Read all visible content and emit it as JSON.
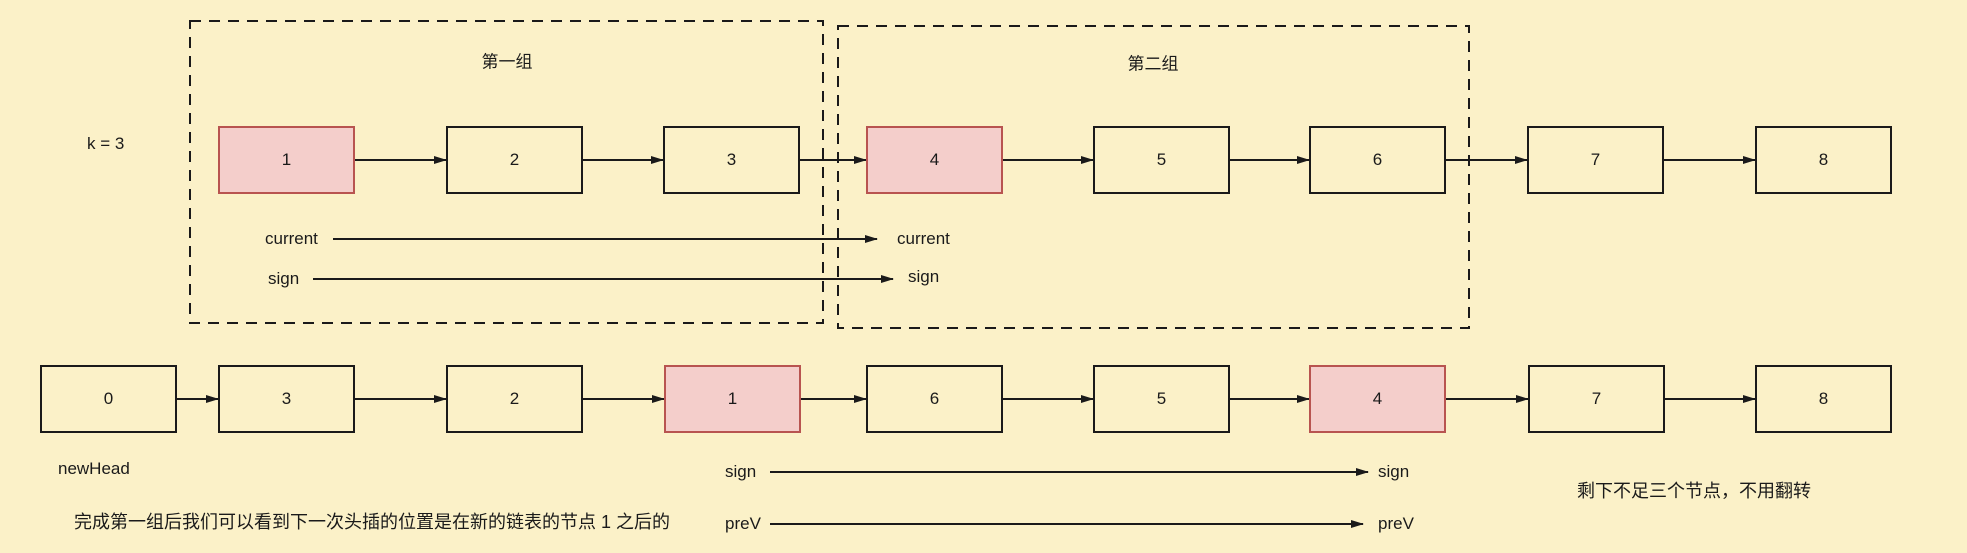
{
  "colors": {
    "bg": "#FBF1C8",
    "node_fill": "#FBF1C8",
    "node_border": "#1A1A1A",
    "highlight_fill": "#F4CECB",
    "highlight_border": "#B85450",
    "line": "#1A1A1A"
  },
  "header": {
    "k_label": "k = 3"
  },
  "groups": [
    {
      "label": "第一组"
    },
    {
      "label": "第二组"
    }
  ],
  "top_list": {
    "nodes": [
      {
        "value": "1",
        "highlight": true
      },
      {
        "value": "2",
        "highlight": false
      },
      {
        "value": "3",
        "highlight": false
      },
      {
        "value": "4",
        "highlight": true
      },
      {
        "value": "5",
        "highlight": false
      },
      {
        "value": "6",
        "highlight": false
      },
      {
        "value": "7",
        "highlight": false
      },
      {
        "value": "8",
        "highlight": false
      }
    ],
    "pointers": {
      "current_left": "current",
      "current_right": "current",
      "sign_left": "sign",
      "sign_right": "sign"
    }
  },
  "bottom_list": {
    "nodes": [
      {
        "value": "0",
        "highlight": false
      },
      {
        "value": "3",
        "highlight": false
      },
      {
        "value": "2",
        "highlight": false
      },
      {
        "value": "1",
        "highlight": true
      },
      {
        "value": "6",
        "highlight": false
      },
      {
        "value": "5",
        "highlight": false
      },
      {
        "value": "4",
        "highlight": true
      },
      {
        "value": "7",
        "highlight": false
      },
      {
        "value": "8",
        "highlight": false
      }
    ],
    "head_label": "newHead",
    "pointers": {
      "sign_left": "sign",
      "sign_right": "sign",
      "prev_left": "preV",
      "prev_right": "preV"
    }
  },
  "notes": {
    "right": "剩下不足三个节点，不用翻转",
    "bottom": "完成第一组后我们可以看到下一次头插的位置是在新的链表的节点 1 之后的"
  }
}
